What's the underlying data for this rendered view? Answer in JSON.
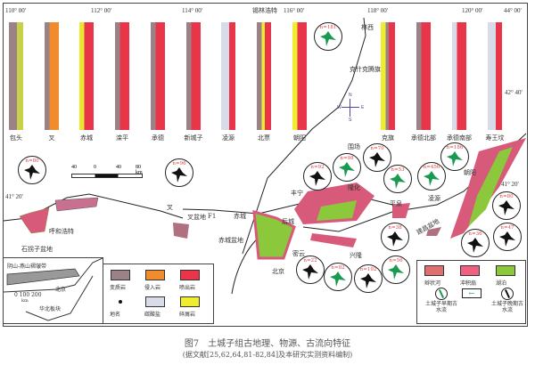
{
  "coords": {
    "top": [
      "110° 00'",
      "112° 00'",
      "114° 00'",
      "116° 00'",
      "118° 00'",
      "120° 00'",
      "44° 00'"
    ],
    "right": [
      "42° 40'",
      "41° 20'"
    ],
    "left": "41° 20'"
  },
  "columns": [
    {
      "label": "包头",
      "colors": [
        "#9b8286",
        "#9b8286",
        "#c7d048"
      ]
    },
    {
      "label": "叉",
      "colors": [
        "#9b8286",
        "#f08c2c",
        "#f08c2c"
      ]
    },
    {
      "label": "赤城",
      "colors": [
        "#e8e830",
        "#e8354a",
        "#e8354a"
      ]
    },
    {
      "label": "滦平",
      "colors": [
        "#9b8286",
        "#e8354a",
        "#e8354a"
      ]
    },
    {
      "label": "承德",
      "colors": [
        "#9b8286",
        "#e8354a",
        "#e8354a"
      ]
    },
    {
      "label": "新城子",
      "colors": [
        "#9b8286",
        "#e8354a",
        "#e8354a"
      ]
    },
    {
      "label": "凌源",
      "colors": [
        "#d8dce8",
        "#d8dce8",
        "#e8354a"
      ]
    },
    {
      "label": "北票",
      "colors": [
        "#9b8286",
        "#f0ec30",
        "#e8354a"
      ]
    },
    {
      "label": "朝阳",
      "colors": [
        "#f0ec30",
        "#e8354a",
        "#e8354a"
      ]
    },
    {
      "label": "克旗",
      "colors": [
        "#f0ec30",
        "#9b8286",
        "#e8354a"
      ]
    },
    {
      "label": "承德北部",
      "colors": [
        "#9b8286",
        "#e8354a",
        "#e8354a"
      ]
    },
    {
      "label": "承德南部",
      "colors": [
        "#d8dce8",
        "#e8354a",
        "#e8354a"
      ]
    },
    {
      "label": "寿王坟",
      "colors": [
        "#d8dce8",
        "#d8dce8",
        "#e8354a"
      ]
    }
  ],
  "places": {
    "xilinhot": "锡林浩特",
    "linxi": "林西",
    "keshiketeng": "克什克腾旗",
    "weichang": "围场",
    "fengning": "丰宁",
    "longhua": "隆化",
    "pingquan": "平泉",
    "lingyuan": "凌源",
    "chaoyang": "朝阳",
    "chicheng": "赤城",
    "houcheng": "后城",
    "chicheng_basin": "赤城盆地",
    "cha_basin": "叉盆地",
    "f1": "F1",
    "cha": "叉",
    "hohhot": "呼和浩特",
    "shiguaizi": "石拐子盆地",
    "miyun": "密云",
    "beijing": "北京",
    "xinglong": "兴隆",
    "jianchang": "建昌盆地"
  },
  "scale": {
    "ticks": [
      "40",
      "0",
      "40",
      "80 km"
    ]
  },
  "compass": {
    "n": "N",
    "s": "S",
    "w": "W",
    "e": "E"
  },
  "roses": [
    {
      "n": "n=80",
      "color": "#111"
    },
    {
      "n": "n=96",
      "color": "#111"
    },
    {
      "n": "n=181",
      "color": "#1a9a50"
    },
    {
      "n": "n=92",
      "color": "#111"
    },
    {
      "n": "n=98",
      "color": "#1a9a50"
    },
    {
      "n": "n=70",
      "color": "#111"
    },
    {
      "n": "n=53",
      "color": "#1a9a50"
    },
    {
      "n": "n=456",
      "color": "#1a9a50"
    },
    {
      "n": "n=186",
      "color": "#1a9a50"
    },
    {
      "n": "n=80",
      "color": "#111"
    },
    {
      "n": "n=38",
      "color": "#111"
    },
    {
      "n": "n=36",
      "color": "#111"
    },
    {
      "n": "n=47",
      "color": "#111"
    },
    {
      "n": "n=22",
      "color": "#111"
    },
    {
      "n": "n=82",
      "color": "#1a9a50"
    },
    {
      "n": "n=192",
      "color": "#111"
    },
    {
      "n": "n=56",
      "color": "#1a9a50"
    }
  ],
  "inset": {
    "belt": "阴山-燕山褶皱带",
    "beijing": "北京",
    "scale": "0 100 200",
    "unit": "km",
    "plate": "华北板块"
  },
  "legend1": [
    {
      "label": "变质岩",
      "color": "#9b8286"
    },
    {
      "label": "侵入岩",
      "color": "#f08c2c"
    },
    {
      "label": "喷出岩",
      "color": "#e8354a"
    },
    {
      "label": "地名",
      "color": ""
    },
    {
      "label": "碳酸盐",
      "color": "#d8dce8"
    },
    {
      "label": "碎屑岩",
      "color": "#f0ec30"
    }
  ],
  "legend2": [
    {
      "label": "辫状河",
      "color": "#e07070"
    },
    {
      "label": "冲积扇",
      "color": "#f06080"
    },
    {
      "label": "湖泊",
      "color": "#8cc83c"
    },
    {
      "label": "土城子早期古水流"
    },
    {
      "label": "土城子晚期古水流"
    }
  ],
  "caption": {
    "title": "图7　土城子组古地理、物源、古流向特征",
    "source": "(据文献[25,62,64,81-82,84]及本研究实测资料编制)"
  }
}
